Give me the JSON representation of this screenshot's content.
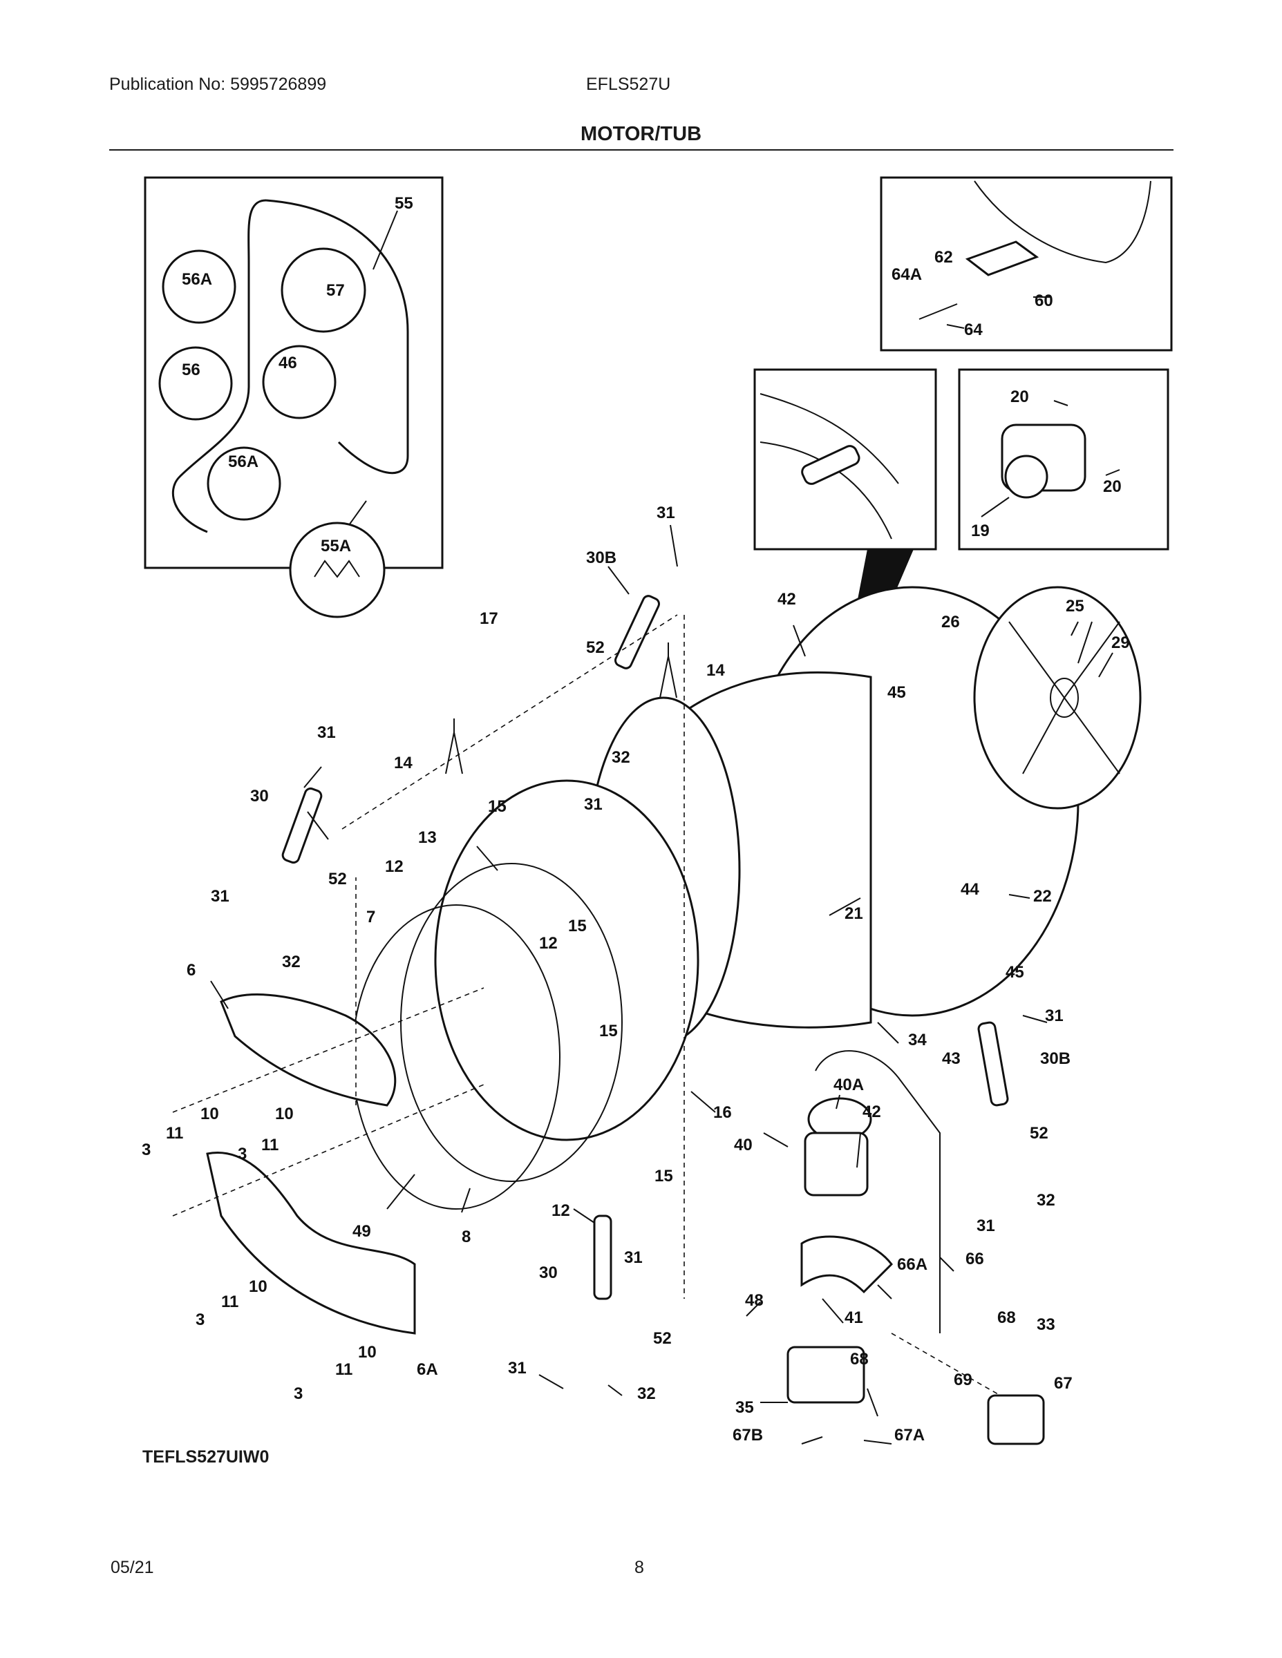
{
  "header": {
    "publication": "Publication No: 5995726899",
    "model": "EFLS527U",
    "section_title": "MOTOR/TUB"
  },
  "footer": {
    "date": "05/21",
    "page": "8",
    "model_code": "TEFLS527UIW0"
  },
  "callouts": {
    "c55": "55",
    "c56a_1": "56A",
    "c57": "57",
    "c56": "56",
    "c46": "46",
    "c56a_2": "56A",
    "c55a": "55A",
    "c64a": "64A",
    "c62": "62",
    "c60": "60",
    "c64": "64",
    "c20_a": "20",
    "c20_b": "20",
    "c19": "19",
    "c31_a": "31",
    "c30b_a": "30B",
    "c42_a": "42",
    "c25": "25",
    "c26": "26",
    "c29": "29",
    "c17": "17",
    "c52_a": "52",
    "c14_a": "14",
    "c45_a": "45",
    "c31_b": "31",
    "c32_a": "32",
    "c31_c": "31",
    "c14_b": "14",
    "c30_a": "30",
    "c15_a": "15",
    "c13": "13",
    "c12_a": "12",
    "c52_b": "52",
    "c31_d": "31",
    "c7": "7",
    "c15_b": "15",
    "c12_b": "12",
    "c32_b": "32",
    "c21": "21",
    "c44": "44",
    "c22": "22",
    "c6": "6",
    "c15_c": "15",
    "c45_b": "45",
    "c31_e": "31",
    "c34": "34",
    "c43": "43",
    "c30b_b": "30B",
    "c40a": "40A",
    "c16": "16",
    "c42_b": "42",
    "c10_a": "10",
    "c10_b": "10",
    "c11_a": "11",
    "c11_b": "11",
    "c3_a": "3",
    "c3_b": "3",
    "c40": "40",
    "c52_c": "52",
    "c15_d": "15",
    "c32_c": "32",
    "c12_c": "12",
    "c49": "49",
    "c8": "8",
    "c31_f": "31",
    "c31_g": "31",
    "c66": "66",
    "c66a": "66A",
    "c30_b": "30",
    "c41": "41",
    "c10_c": "10",
    "c11_c": "11",
    "c3_c": "3",
    "c48": "48",
    "c68_a": "68",
    "c33": "33",
    "c52_d": "52",
    "c10_d": "10",
    "c11_d": "11",
    "c6a": "6A",
    "c3_d": "3",
    "c31_h": "31",
    "c32_d": "32",
    "c68_b": "68",
    "c69": "69",
    "c67": "67",
    "c35": "35",
    "c67b": "67B",
    "c67a": "67A"
  }
}
